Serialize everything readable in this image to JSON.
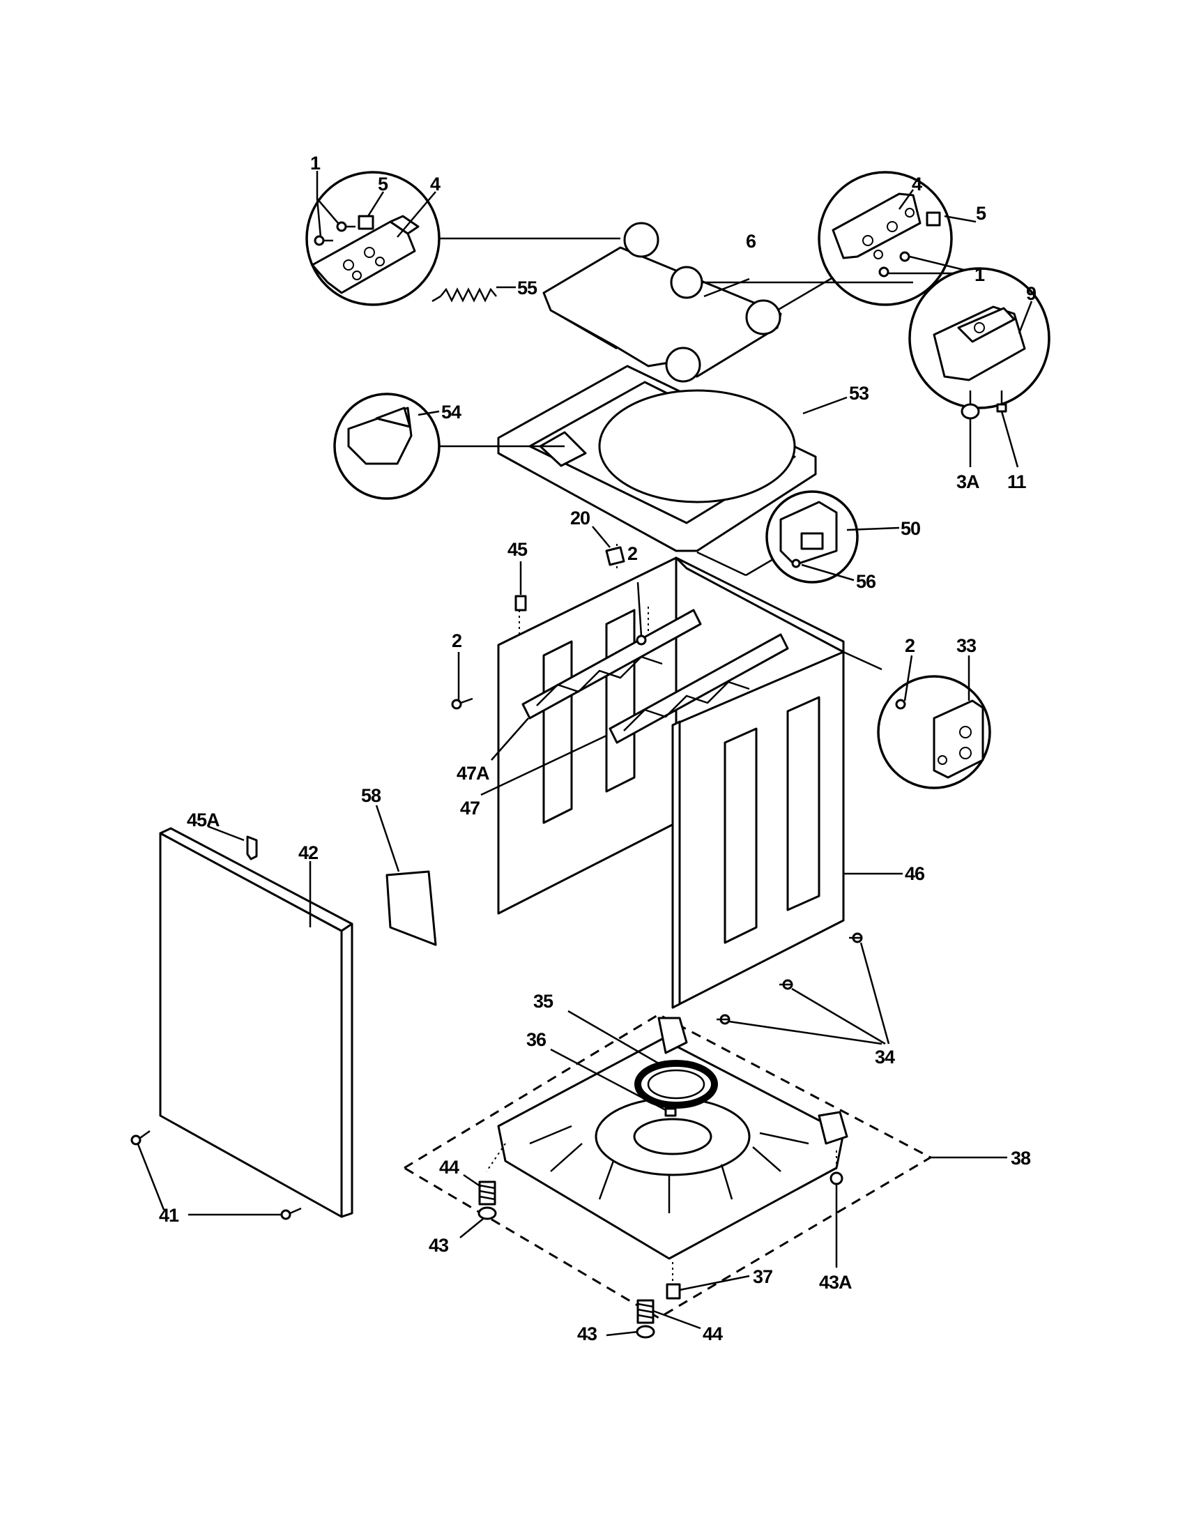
{
  "labels": {
    "l1a": "1",
    "l5a": "5",
    "l4a": "4",
    "l6": "6",
    "l55": "55",
    "l4b": "4",
    "l5b": "5",
    "l1b": "1",
    "l9": "9",
    "l3A": "3A",
    "l11": "11",
    "l54": "54",
    "l53": "53",
    "l20": "20",
    "l50": "50",
    "l56": "56",
    "l45": "45",
    "l2a": "2",
    "l2b": "2",
    "l2c": "2",
    "l33": "33",
    "l47A": "47A",
    "l47": "47",
    "l58": "58",
    "l45A": "45A",
    "l42": "42",
    "l46": "46",
    "l35": "35",
    "l36": "36",
    "l34": "34",
    "l38": "38",
    "l44a": "44",
    "l43a": "43",
    "l41": "41",
    "l37": "37",
    "l43A": "43A",
    "l43b": "43",
    "l44b": "44"
  }
}
